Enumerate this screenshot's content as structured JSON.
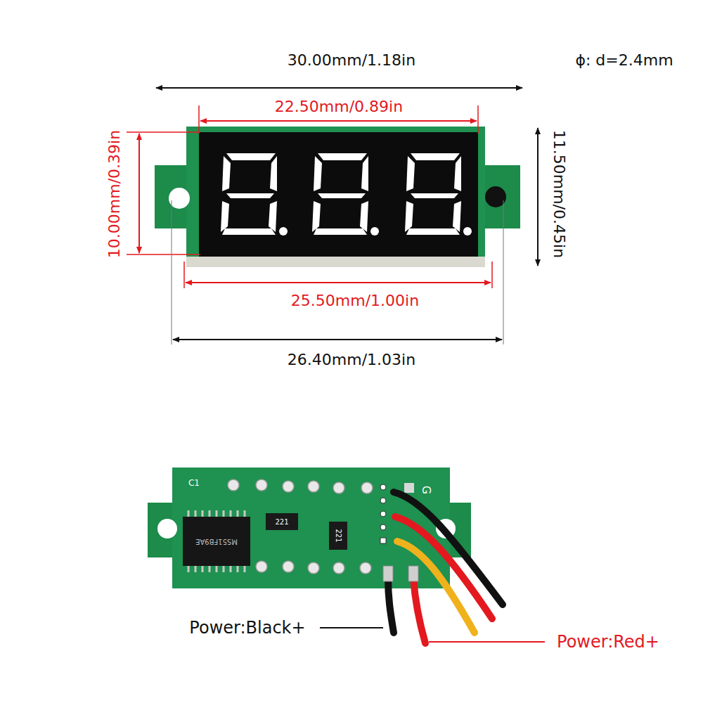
{
  "diagram": {
    "labels": [
      "30.00mm/1.18in",
      "ϕ: d=2.4mm",
      "22.50mm/0.89in",
      "10.00mm/0.39in",
      "11.50mm/0.45in",
      "25.50mm/1.00in",
      "26.40mm/1.03in",
      "C1",
      "221",
      "221",
      "MS51FB9AE",
      "G",
      "Power:Black+",
      "Power:Red+"
    ]
  }
}
